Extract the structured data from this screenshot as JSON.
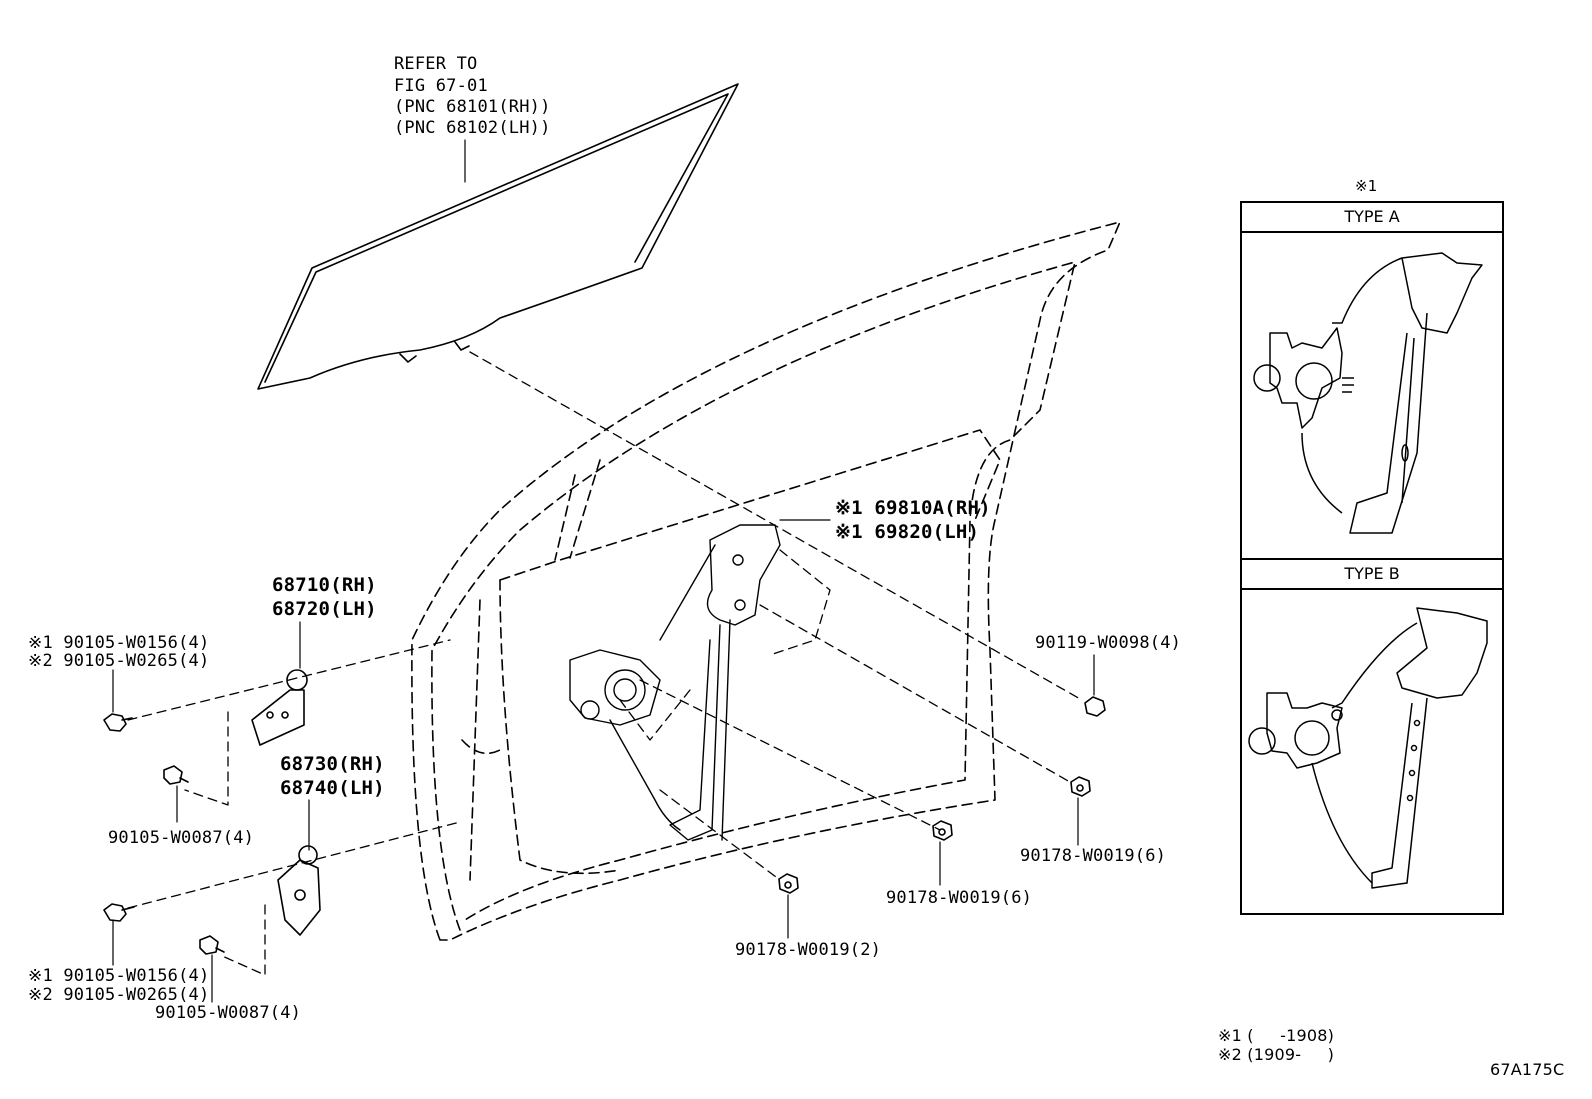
{
  "refer": {
    "line1": "REFER TO",
    "line2": "FIG 67-01",
    "line3": "(PNC 68101(RH))",
    "line4": "(PNC 68102(LH))"
  },
  "regulator": {
    "line1": "※1 69810A(RH)",
    "line2": "※1 69820(LH)"
  },
  "hinge_upper": {
    "line1": "68710(RH)",
    "line2": "68720(LH)"
  },
  "hinge_lower": {
    "line1": "68730(RH)",
    "line2": "68740(LH)"
  },
  "bolt_upper": {
    "line1": "※1 90105-W0156(4)",
    "line2": "※2 90105-W0265(4)"
  },
  "bolt_upper_small": "90105-W0087(4)",
  "bolt_lower": {
    "line1": "※1 90105-W0156(4)",
    "line2": "※2 90105-W0265(4)"
  },
  "bolt_lower_small": "90105-W0087(4)",
  "bolt_right": "90119-W0098(4)",
  "nut_right": "90178-W0019(6)",
  "nut_middle": "90178-W0019(6)",
  "nut_bottom": "90178-W0019(2)",
  "inset": {
    "mark": "※1",
    "type_a": "TYPE A",
    "type_b": "TYPE B"
  },
  "notes": {
    "note1": "※1 (     -1908)",
    "note2": "※2 (1909-     )"
  },
  "figure_code": "67A175C"
}
